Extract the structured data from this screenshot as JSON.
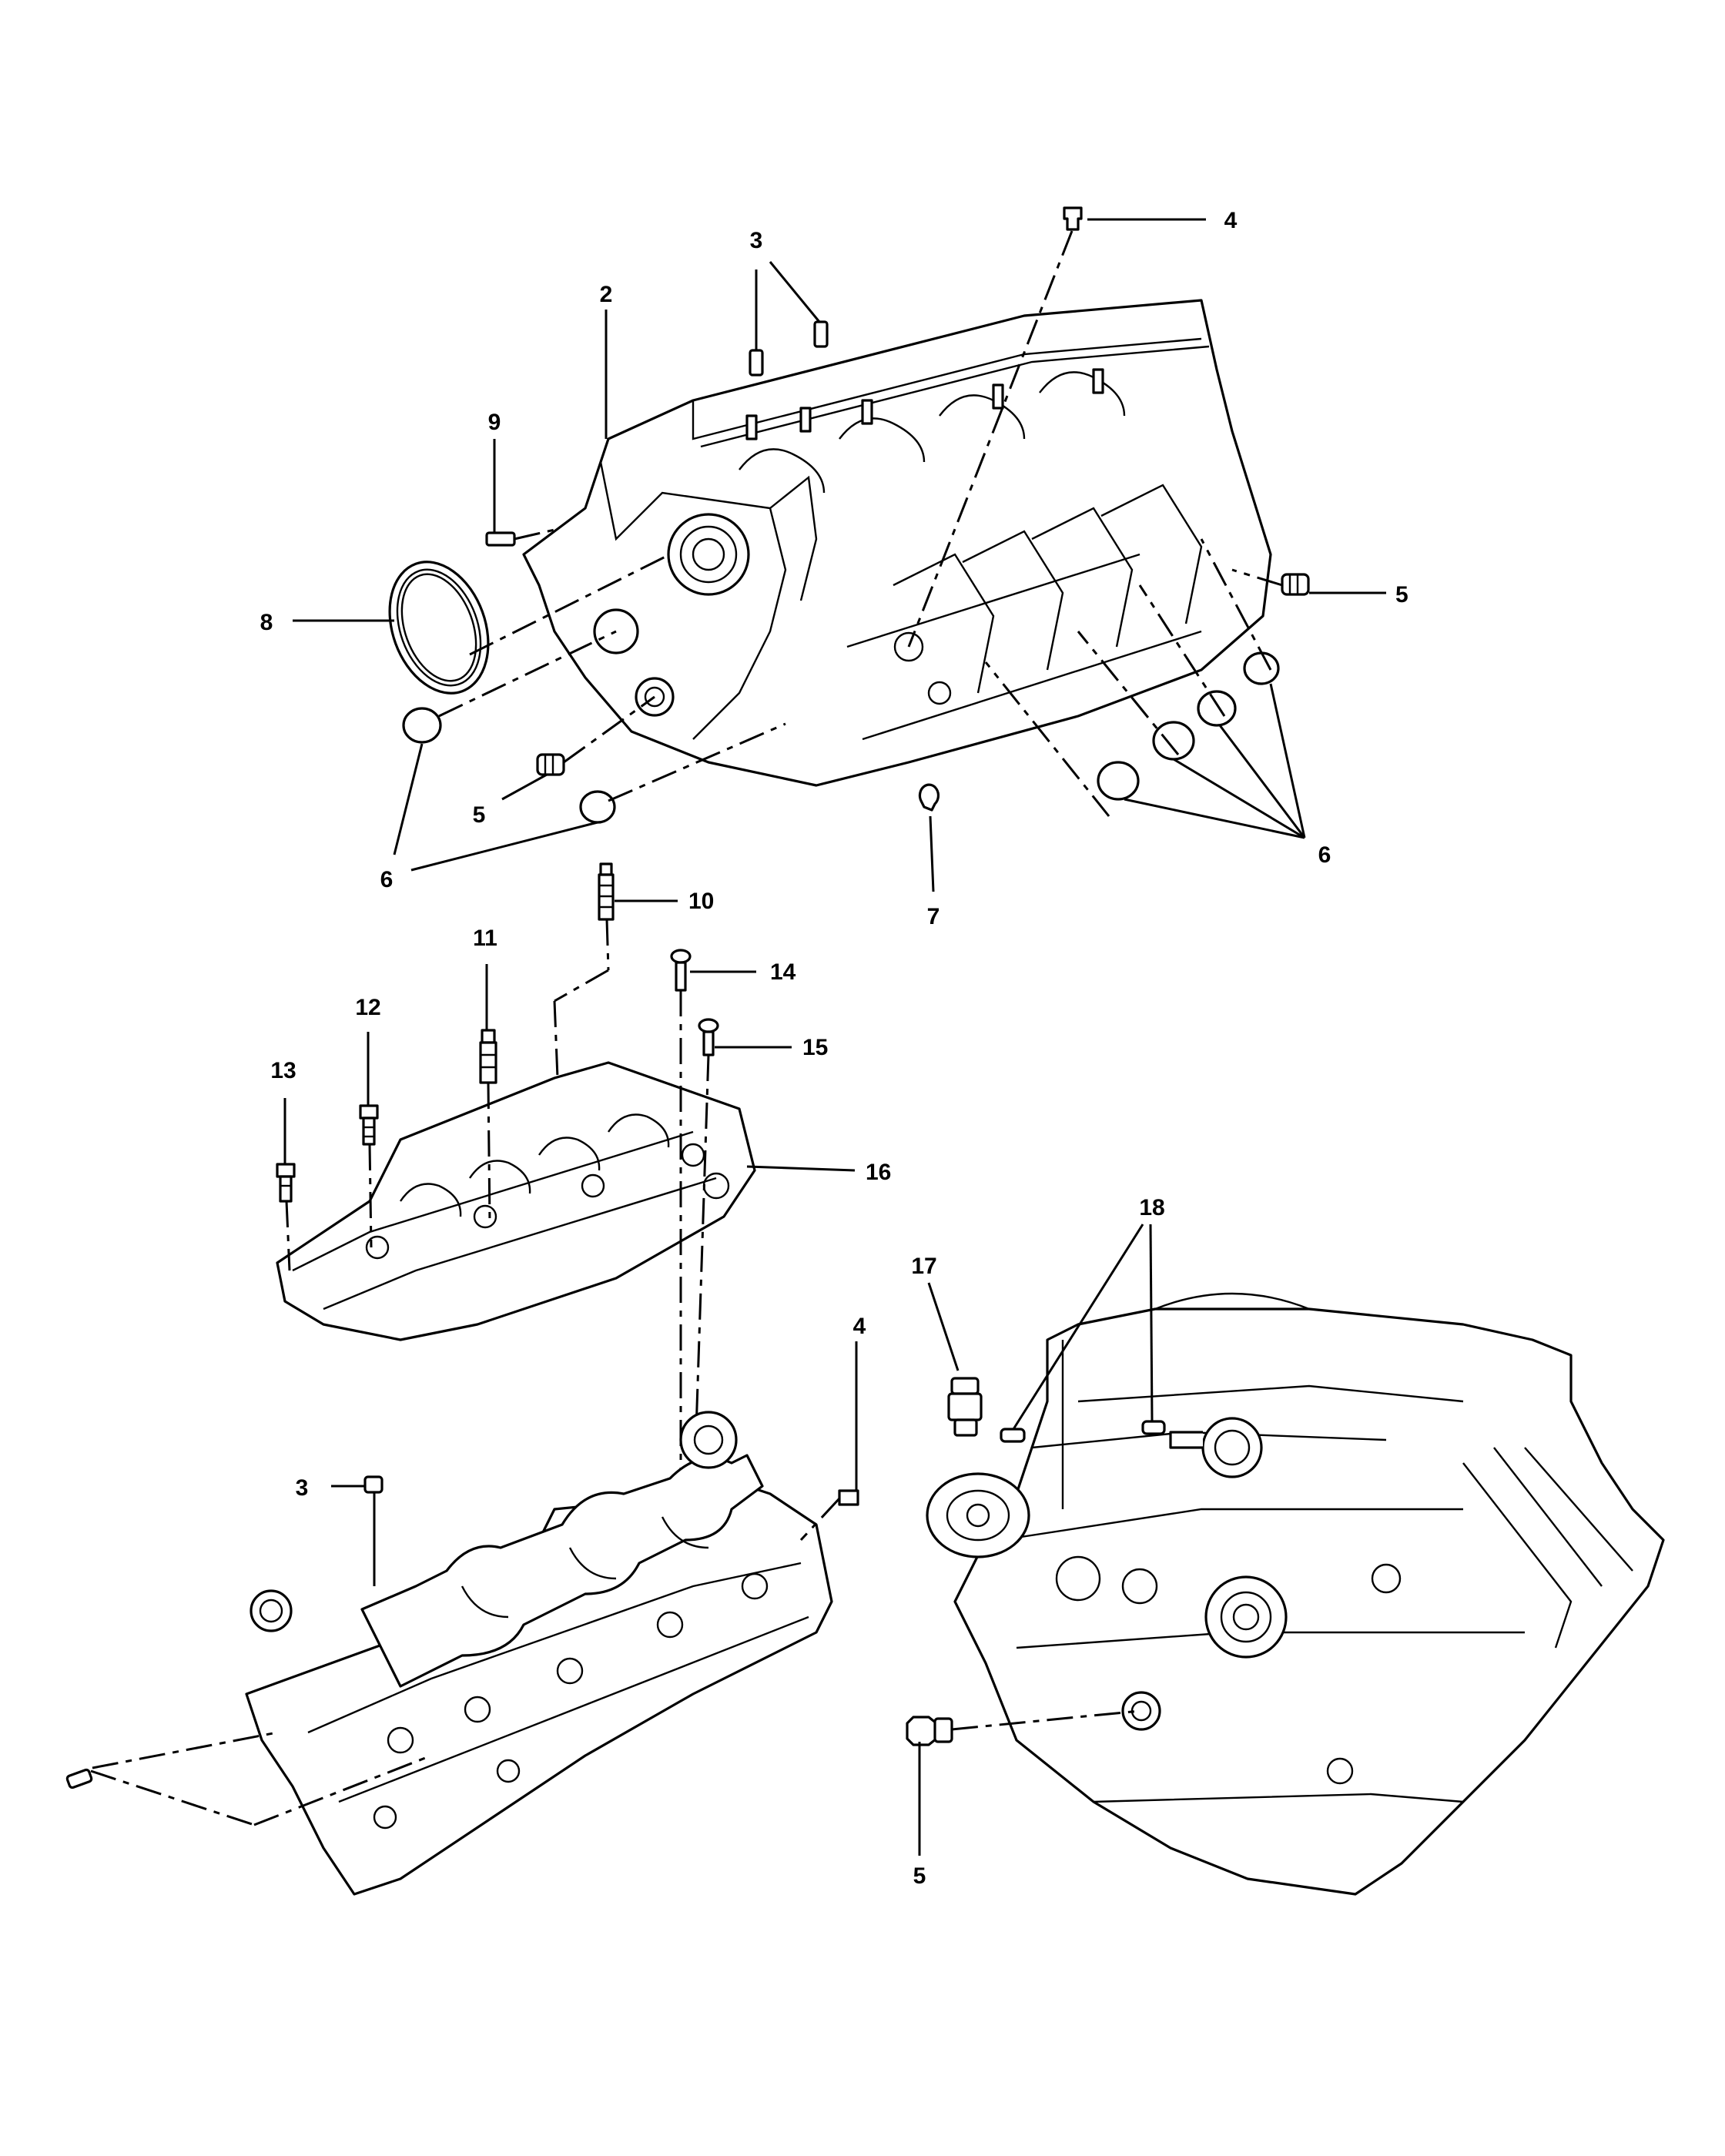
{
  "callouts": [
    {
      "id": "c2",
      "text": "2"
    },
    {
      "id": "c3a",
      "text": "3"
    },
    {
      "id": "c4a",
      "text": "4"
    },
    {
      "id": "c5a",
      "text": "5"
    },
    {
      "id": "c5b",
      "text": "5"
    },
    {
      "id": "c6a",
      "text": "6"
    },
    {
      "id": "c6b",
      "text": "6"
    },
    {
      "id": "c7",
      "text": "7"
    },
    {
      "id": "c8",
      "text": "8"
    },
    {
      "id": "c9",
      "text": "9"
    },
    {
      "id": "c10",
      "text": "10"
    },
    {
      "id": "c11",
      "text": "11"
    },
    {
      "id": "c12",
      "text": "12"
    },
    {
      "id": "c13",
      "text": "13"
    },
    {
      "id": "c14",
      "text": "14"
    },
    {
      "id": "c15",
      "text": "15"
    },
    {
      "id": "c16",
      "text": "16"
    },
    {
      "id": "c17",
      "text": "17"
    },
    {
      "id": "c18",
      "text": "18"
    },
    {
      "id": "c3b",
      "text": "3"
    },
    {
      "id": "c4b",
      "text": "4"
    },
    {
      "id": "c5c",
      "text": "5"
    }
  ]
}
